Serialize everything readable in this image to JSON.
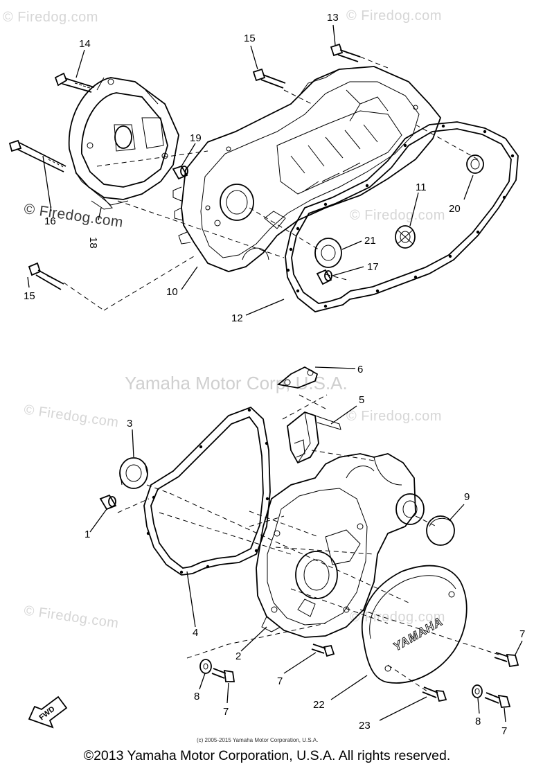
{
  "watermarks": {
    "firedog": "© Firedog.com",
    "firedog_dark": "© Firedog.com",
    "center": "Yamaha Motor Corp, U.S.A."
  },
  "small_copyright": "(c) 2005-2015 Yamaha Motor Corporation, U.S.A.",
  "footer_copyright": "©2013 Yamaha Motor Corporation, U.S.A. All rights reserved.",
  "cover_text": "YAMAHA",
  "fwd_text": "FWD",
  "callouts": {
    "p1": "1",
    "p2": "2",
    "p3": "3",
    "p4": "4",
    "p5": "5",
    "p6": "6",
    "p7a": "7",
    "p7b": "7",
    "p7c": "7",
    "p7d": "7",
    "p8a": "8",
    "p8b": "8",
    "p9": "9",
    "p10": "10",
    "p11": "11",
    "p12": "12",
    "p13": "13",
    "p14": "14",
    "p15a": "15",
    "p15b": "15",
    "p16": "16",
    "p17": "17",
    "p18": "18",
    "p19": "19",
    "p20": "20",
    "p21": "21",
    "p22": "22",
    "p23": "23"
  }
}
